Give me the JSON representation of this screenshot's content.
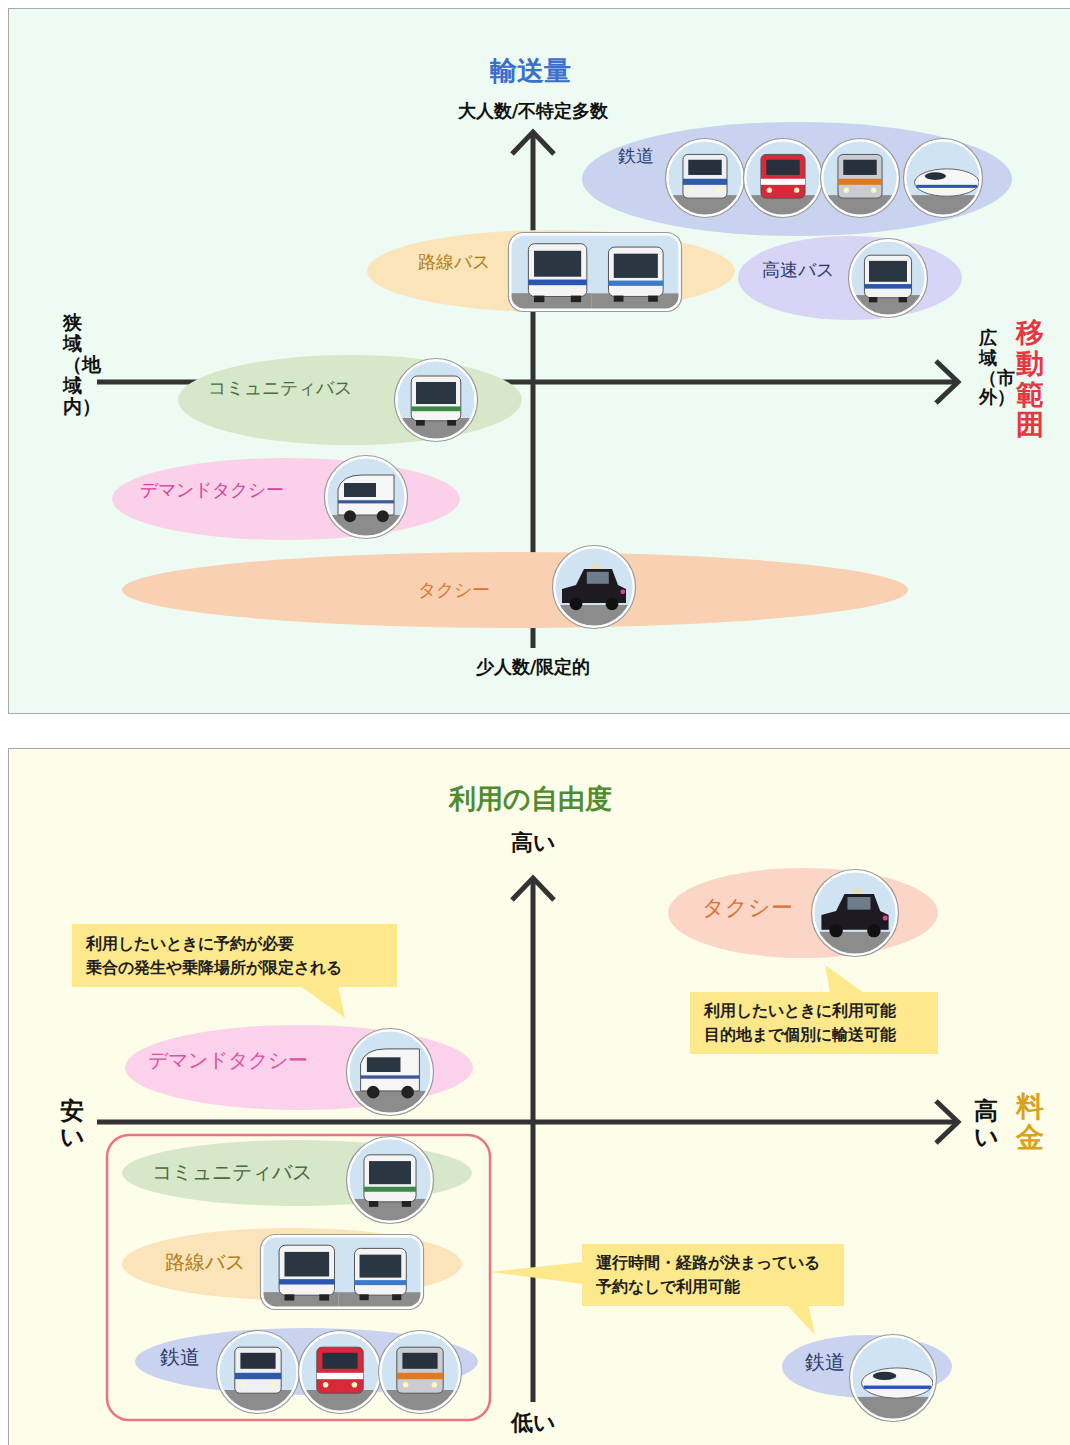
{
  "diagram": {
    "nodes": [
      {
        "text": [
          "鉄道"
        ]
      },
      {
        "text": [
          "路線バス"
        ]
      },
      {
        "text": [
          "高速バス"
        ]
      },
      {
        "text": [
          "コミュニティバス"
        ]
      },
      {
        "text": [
          "デマンドタクシー"
        ]
      },
      {
        "text": [
          "タクシー"
        ]
      },
      {
        "text": [
          "利用したいときに予約が必要 乗合の発生や乗降場所が限定される"
        ]
      },
      {
        "text": [
          "タクシー"
        ]
      },
      {
        "text": [
          "利用したいときに利用可能 目的地まで個別に輸送可能"
        ]
      },
      {
        "text": [
          "デマンドタクシー"
        ]
      },
      {
        "text": [
          "コミュニティバス"
        ]
      },
      {
        "text": [
          "路線バス"
        ]
      },
      {
        "text": [
          "運行時間・経路が決まっている 予約なしで利用可能"
        ]
      },
      {
        "text": [
          "鉄道"
        ]
      },
      {
        "text": [
          "鉄道"
        ]
      }
    ],
    "labels": [
      "輸送量",
      "大人数/不特定多数",
      "狭域（地域内）",
      "広域（市外）",
      "移動範囲",
      "少人数/限定的",
      "利用の自由度",
      "高い",
      "安い",
      "高い",
      "料金",
      "低い"
    ]
  }
}
